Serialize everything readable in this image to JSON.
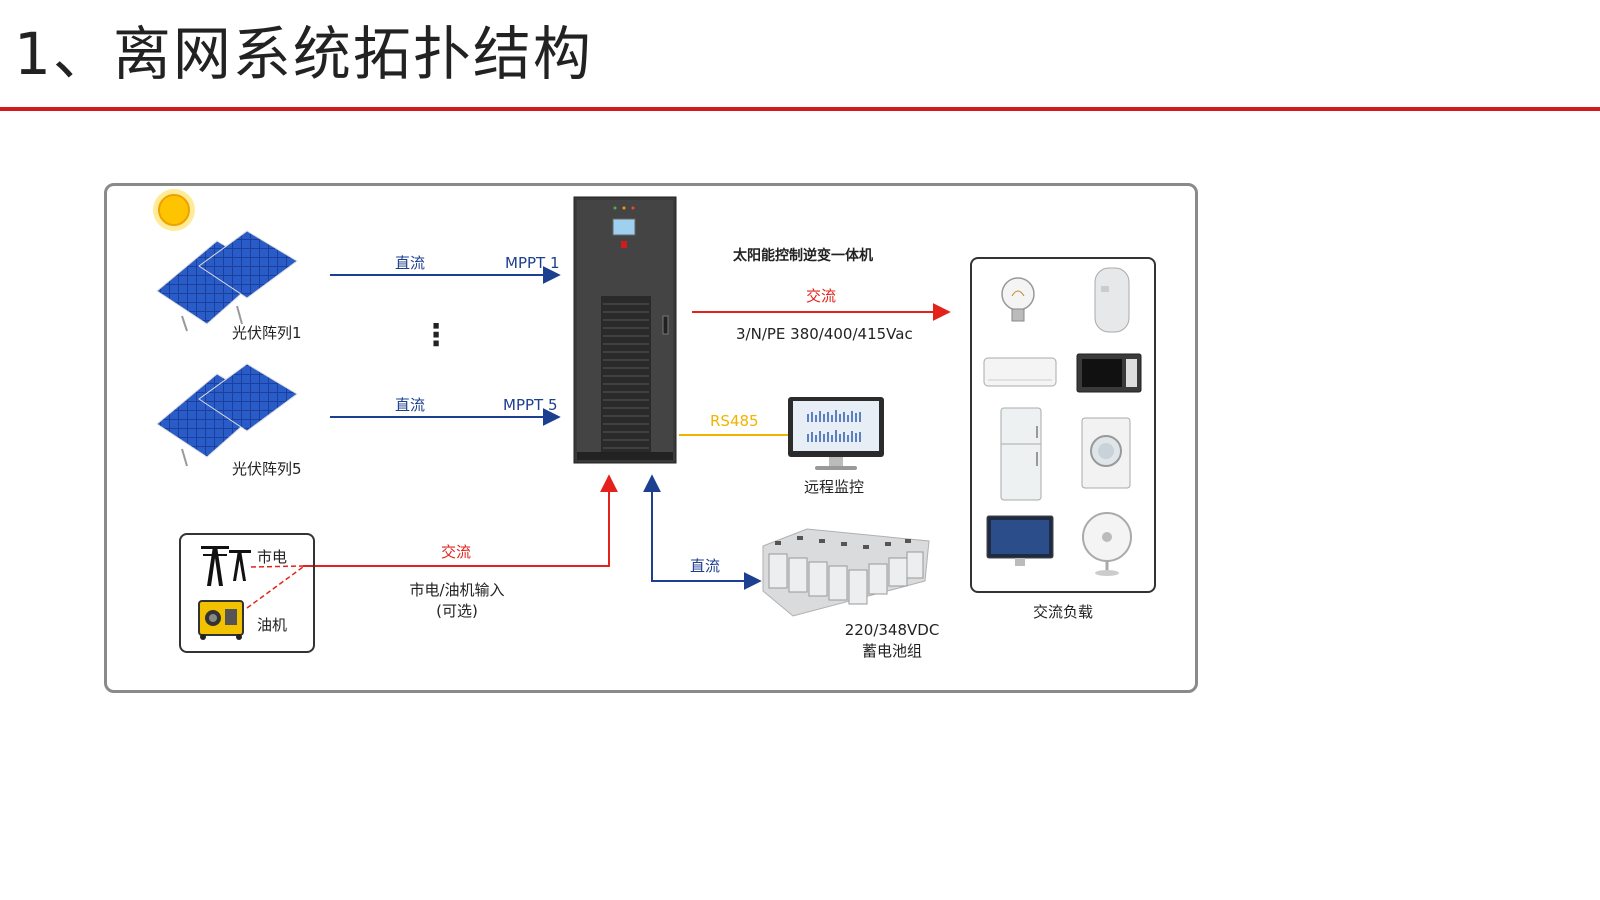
{
  "title": "1、离网系统拓扑结构",
  "colors": {
    "accent_red": "#d01c1f",
    "dc_line": "#1d3f8f",
    "ac_line": "#e3231b",
    "rs485_line": "#f0b400"
  },
  "pv": {
    "array1_label": "光伏阵列1",
    "array5_label": "光伏阵列5",
    "dc1_label": "直流",
    "dc5_label": "直流",
    "mppt1_label": "MPPT 1",
    "mppt5_label": "MPPT 5",
    "ellipsis": "⋮"
  },
  "inverter": {
    "title": "太阳能控制逆变一体机",
    "ac_label": "交流",
    "ac_spec": "3/N/PE 380/400/415Vac",
    "rs485_label": "RS485"
  },
  "monitor": {
    "label": "远程监控"
  },
  "source": {
    "grid_label": "市电",
    "genset_label": "油机",
    "ac_label": "交流",
    "input_label": "市电/油机输入",
    "optional_label": "(可选)"
  },
  "battery": {
    "dc_label": "直流",
    "voltage_label": "220/348VDC",
    "name_label": "蓄电池组"
  },
  "loads": {
    "label": "交流负载",
    "icons": [
      "light-bulb-icon",
      "water-heater-icon",
      "air-conditioner-icon",
      "microwave-icon",
      "refrigerator-icon",
      "washing-machine-icon",
      "computer-monitor-icon",
      "fan-icon"
    ]
  }
}
